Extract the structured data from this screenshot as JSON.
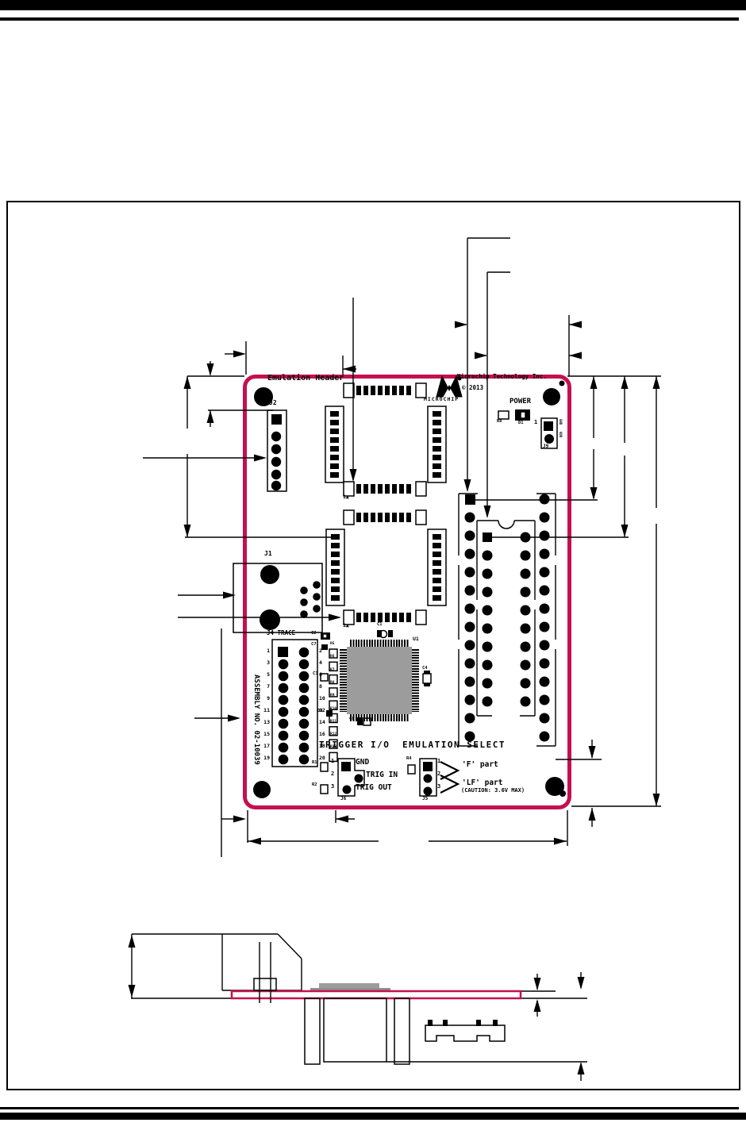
{
  "drawing": {
    "colors": {
      "board_outline": "#C51050",
      "chip_fill": "#9C9C9C",
      "seat_fill": "#8F8F8F"
    },
    "board": {
      "title": "Emulation Header",
      "company": "Microchip Technology Inc.",
      "copyright": "© 2013",
      "logo_text": "MICROCHIP",
      "assembly_no": "ASSEMBLY NO. 02-10039",
      "pin1_marker": "1▲",
      "power": {
        "label": "POWER",
        "r8": "R8",
        "d1": "D1",
        "jumper_pin1": "1",
        "jumper_name": "J9",
        "jumper_top_label": "GND",
        "jumper_bottom_label": "VDD"
      },
      "connectors": {
        "j1": "J1",
        "j2": "J2",
        "j4": "J4 TRACE"
      },
      "chip": {
        "u1": "U1",
        "c1": "C1",
        "c2": "C2",
        "c7": "C7",
        "c3": "C3",
        "d4": "D4",
        "c8": "C8",
        "c4": "C4"
      },
      "resistor_labels": [
        "R5",
        "R6",
        "R7",
        "R8",
        "R9",
        "R10",
        "R11",
        "R12",
        "R13"
      ],
      "j4_pin_numbers_left": [
        "1",
        "3",
        "5",
        "7",
        "9",
        "11",
        "13",
        "15",
        "17",
        "19"
      ],
      "j4_pin_numbers_right": [
        "2",
        "4",
        "6",
        "8",
        "10",
        "12",
        "14",
        "16",
        "18",
        "20"
      ],
      "trigger": {
        "title": "TRIGGER I/O",
        "pin_numbers": [
          "1",
          "2",
          "3"
        ],
        "gnd": "GND",
        "trig_in": "TRIG IN",
        "trig_out": "TRIG OUT",
        "r1": "R1",
        "r2": "R2",
        "name": "J6"
      },
      "emulation_select": {
        "title": "EMULATION SELECT",
        "pin_numbers": [
          "1",
          "2",
          "3"
        ],
        "r4": "R4",
        "f_part": "'F' part",
        "lf_part": "'LF' part",
        "caution": "(CAUTION: 3.6V MAX)",
        "name": "J5"
      }
    }
  }
}
